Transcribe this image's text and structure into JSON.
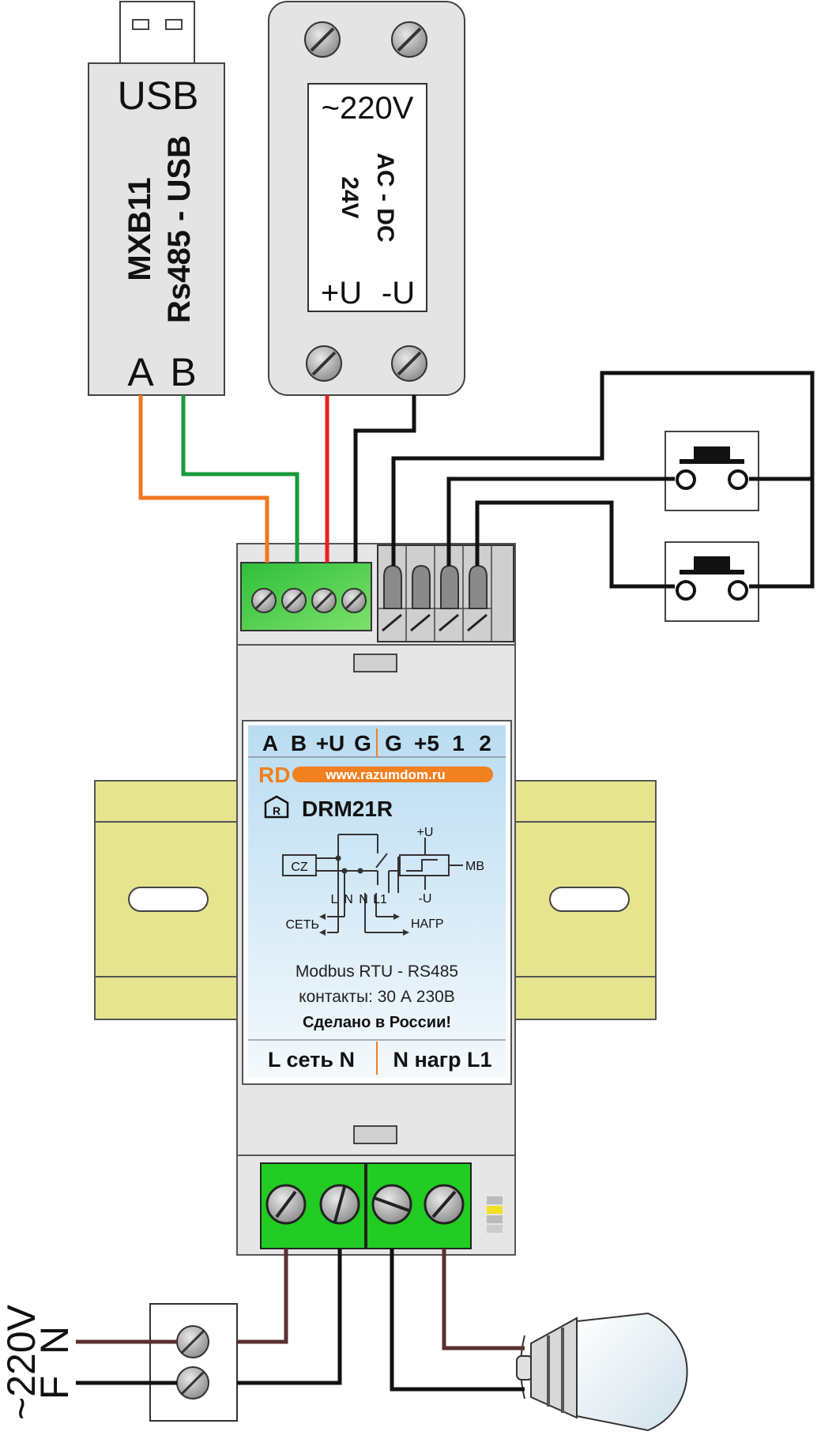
{
  "usb_adapter": {
    "usb_label": "USB",
    "model": "MXB11",
    "description": "Rs485 - USB",
    "terminal_a": "A",
    "terminal_b": "B"
  },
  "power_supply": {
    "input": "~220V",
    "type": "AC - DC",
    "voltage": "24V",
    "plus": "+U",
    "minus": "-U"
  },
  "relay": {
    "top_terminals_left": [
      "A",
      "B",
      "+U",
      "G"
    ],
    "top_terminals_right": [
      "G",
      "+5",
      "1",
      "2"
    ],
    "brand": "RD",
    "website": "www.razumdom.ru",
    "model": "DRM21R",
    "schematic": {
      "cz": "CZ",
      "plus_u": "+U",
      "minus_u": "-U",
      "mb": "MB",
      "l": "L",
      "n": "N",
      "n2": "N",
      "l1": "L1",
      "mains": "СЕТЬ",
      "load": "НАГР"
    },
    "protocol": "Modbus RTU - RS485",
    "contacts": "контакты: 30 А 230В",
    "made_in": "Сделано в России!",
    "bottom_left": "L сеть N",
    "bottom_right": "N нагр L1"
  },
  "mains": {
    "voltage": "~220V",
    "f": "F",
    "n": "N"
  },
  "colors": {
    "wire_a": "#f07820",
    "wire_b": "#1a9a3a",
    "wire_plus": "#e8201c",
    "wire_black": "#111111",
    "wire_brown": "#5a3030",
    "terminal_green": "#33cc33",
    "rail": "#e6e48e",
    "label_blue": "#cfe6f4",
    "brand_orange": "#f08020"
  }
}
